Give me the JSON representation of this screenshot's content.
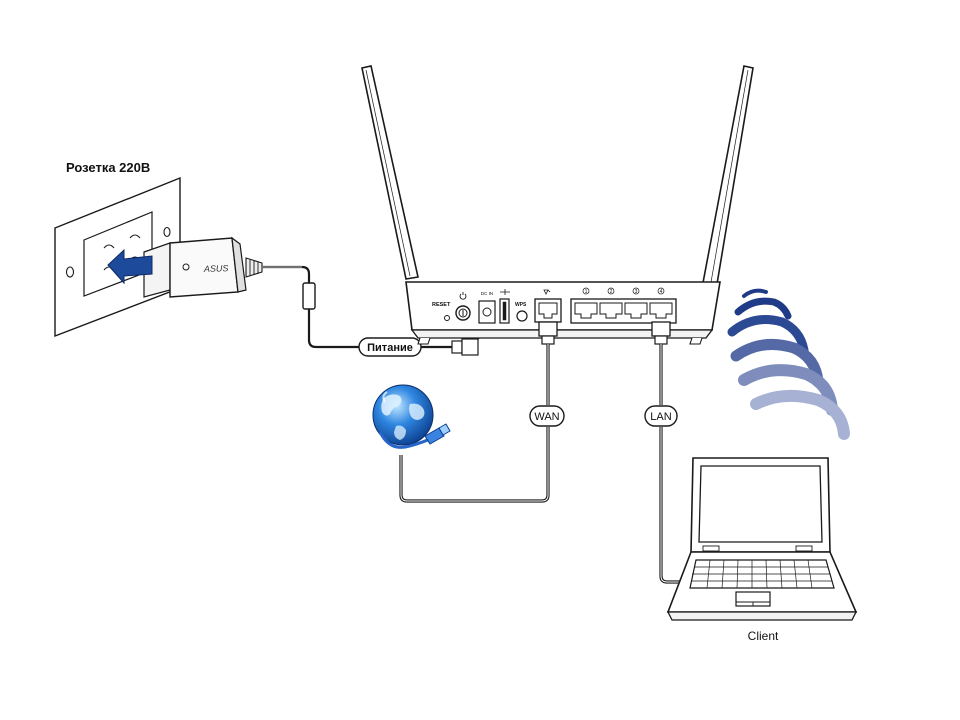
{
  "diagram": {
    "socket_title": "Розетка 220В",
    "socket_brand": "ASUS",
    "router_labels": {
      "reset": "RESET",
      "power_port": "DC IN",
      "wps": "WPS",
      "lan_ports": [
        "1",
        "2",
        "3",
        "4"
      ]
    },
    "cable_labels": {
      "power": "Питание",
      "wan": "WAN",
      "lan": "LAN"
    },
    "client_label": "Client",
    "colors": {
      "line": "#1a1a1a",
      "globe": "#1f63c6",
      "wifi": "#2f4a8f"
    }
  }
}
